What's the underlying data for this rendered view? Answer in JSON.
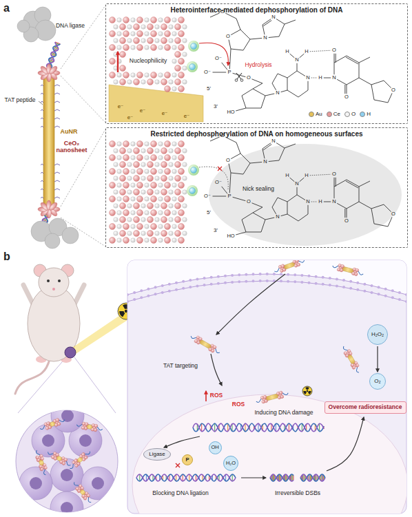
{
  "diagram": {
    "nodes": [
      {
        "text": [
          "Heterointerface-mediated dephosphorylation of DNA"
        ]
      },
      {
        "text": [
          "Restricted dephosphorylation of DNA on homogeneous surfaces"
        ]
      },
      {
        "text": [
          "H₂O₂"
        ]
      },
      {
        "text": [
          "O₂"
        ]
      },
      {
        "text": [
          "Overcome radioresistance"
        ]
      },
      {
        "text": [
          "Ligase"
        ]
      },
      {
        "text": [
          "P"
        ]
      },
      {
        "text": [
          "OH"
        ]
      },
      {
        "text": [
          "H₂O"
        ]
      }
    ],
    "edges": [
      {
        "from": 2,
        "to": 3,
        "arrow": "to"
      }
    ],
    "labels": [
      "a",
      "DNA ligase",
      "TAT peptide",
      "AuNR",
      "CeO₂ nanosheet",
      "Nucleophilicity",
      "e⁻",
      "e⁻",
      "e⁻",
      "e⁻",
      "e⁻",
      "O",
      "O",
      "N",
      "N",
      "O⁻",
      "O⁻",
      "P",
      "O",
      "HO",
      "H",
      "N",
      "H",
      "N",
      "N",
      "O",
      "H",
      "N",
      "O",
      "O",
      "5'",
      "3'",
      "Hydrolysis",
      "O",
      "O",
      "N",
      "N",
      "O⁻",
      "O⁻",
      "P",
      "O",
      "HO",
      "H",
      "N",
      "H",
      "N",
      "N",
      "O",
      "H",
      "N",
      "O",
      "O",
      "5'",
      "3'",
      "Nick sealing",
      "b",
      "TAT targeting",
      "ROS",
      "ROS",
      "Inducing DNA damage",
      "Blocking DNA ligation",
      "Irreversible DSBs"
    ],
    "legend": [
      {
        "text": "Au",
        "color": "#e6c25a"
      },
      {
        "text": "Ce",
        "color": "#e79a9a"
      },
      {
        "text": "O",
        "color": "#f4f4f4"
      },
      {
        "text": "H",
        "color": "#8fd0f0"
      }
    ]
  }
}
